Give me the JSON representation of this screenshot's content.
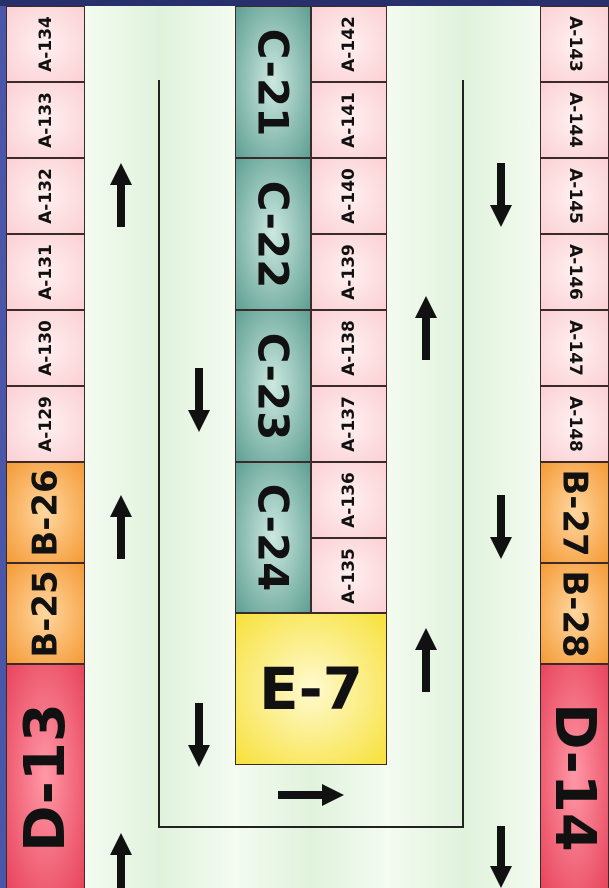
{
  "booths": {
    "a134": "A-134",
    "a133": "A-133",
    "a132": "A-132",
    "a131": "A-131",
    "a130": "A-130",
    "a129": "A-129",
    "b26": "B-26",
    "b25": "B-25",
    "d13": "D-13",
    "c21": "C-21",
    "c22": "C-22",
    "c23": "C-23",
    "c24": "C-24",
    "e7": "E-7",
    "a142": "A-142",
    "a141": "A-141",
    "a140": "A-140",
    "a139": "A-139",
    "a138": "A-138",
    "a137": "A-137",
    "a136": "A-136",
    "a135": "A-135",
    "a143": "A-143",
    "a144": "A-144",
    "a145": "A-145",
    "a146": "A-146",
    "a147": "A-147",
    "a148": "A-148",
    "b27": "B-27",
    "b28": "B-28",
    "d14": "D-14"
  },
  "colors": {
    "a_booth": "#fbd0d4",
    "b_booth": "#f59a36",
    "c_booth": "#5f9f92",
    "d_booth": "#e8445c",
    "e_booth": "#f7e13a",
    "aisle": "#e0f2dc",
    "path_line": "#222222"
  },
  "arrows": [
    {
      "name": "arrow-up-left-1",
      "direction": "up"
    },
    {
      "name": "arrow-up-left-2",
      "direction": "up"
    },
    {
      "name": "arrow-up-left-3",
      "direction": "up"
    },
    {
      "name": "arrow-down-center-1",
      "direction": "down"
    },
    {
      "name": "arrow-down-center-2",
      "direction": "down"
    },
    {
      "name": "arrow-right-bottom",
      "direction": "right"
    },
    {
      "name": "arrow-up-right-1",
      "direction": "up"
    },
    {
      "name": "arrow-up-right-2",
      "direction": "up"
    },
    {
      "name": "arrow-down-right-1",
      "direction": "down"
    },
    {
      "name": "arrow-down-right-2",
      "direction": "down"
    },
    {
      "name": "arrow-down-right-3",
      "direction": "down"
    }
  ]
}
